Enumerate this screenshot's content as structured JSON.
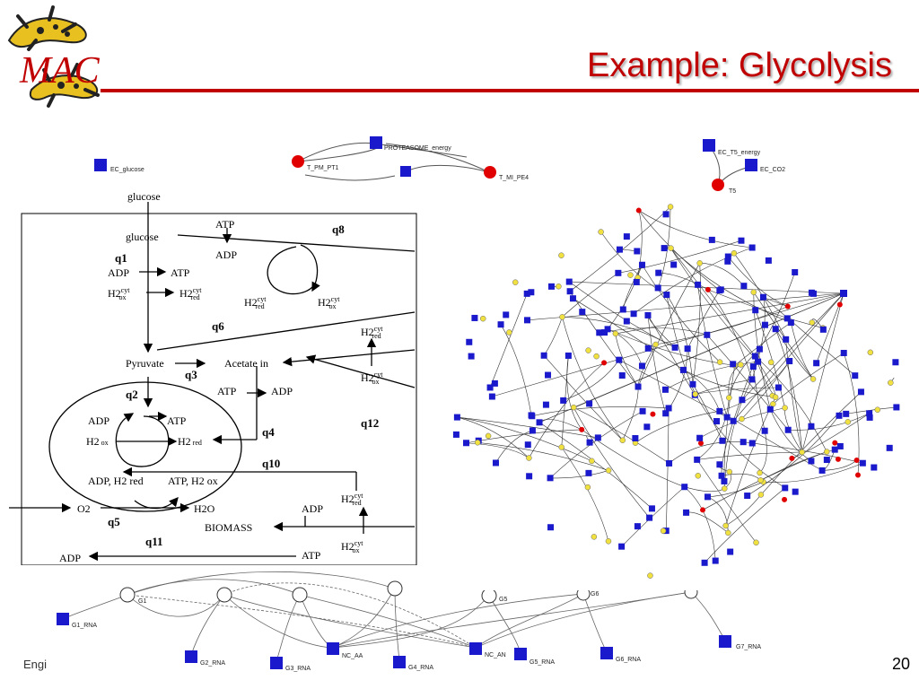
{
  "slide": {
    "title": "Example: Glycolysis",
    "footer": "Engi",
    "page_number": "20",
    "accent_color": "#c00000",
    "logo": {
      "text": "MAC",
      "icon": "salamander-icon"
    }
  },
  "top_network": {
    "nodes": [
      "EC_glucose",
      "T_PM_PT1",
      "PROTEASOME_energy",
      "T_MI_PE4",
      "EC_T5_energy",
      "EC_CO2",
      "T5"
    ]
  },
  "bottom_network": {
    "nodes": [
      "G1",
      "G1_RNA",
      "G2_RNA",
      "G3_RNA",
      "NC_AA",
      "G4_RNA",
      "NC_AN",
      "G5",
      "G5_RNA",
      "G6",
      "G6_RNA",
      "G7_RNA"
    ]
  },
  "pathway": {
    "glucose_in": "glucose",
    "glucose": "glucose",
    "atp_top": "ATP",
    "adp_top": "ADP",
    "q8": "q8",
    "q1": "q1",
    "q1_adp": "ADP",
    "q1_atp": "ATP",
    "q1_h2": "H",
    "q1_ox": "ox",
    "q1_h2b": "H",
    "q1_red": "red",
    "cyt": "cyt",
    "two": "2",
    "h2_red_mid": "H",
    "red": "red",
    "h2_ox_mid": "H",
    "ox": "ox",
    "q6": "q6",
    "h2_red_right": "H",
    "pyruvate": "Pyruvate",
    "q3": "q3",
    "acetate": "Acetate in",
    "h2_ox_right": "H",
    "q2": "q2",
    "atp_mid": "ATP",
    "adp_mid": "ADP",
    "q12": "q12",
    "loop_adp": "ADP",
    "loop_atp": "ATP",
    "loop_h2": "H",
    "loop_h2_red": "H",
    "q4": "q4",
    "q10": "q10",
    "adp_h2red": "ADP, H",
    "atp_h2ox": "ATP, H",
    "h2_red_low": "H",
    "o2": "O2",
    "h2o": "H2O",
    "adp_low": "ADP",
    "q5": "q5",
    "biomass": "BIOMASS",
    "q11": "q11",
    "h2_ox_low": "H",
    "adp_bottom": "ADP",
    "atp_bottom": "ATP"
  }
}
